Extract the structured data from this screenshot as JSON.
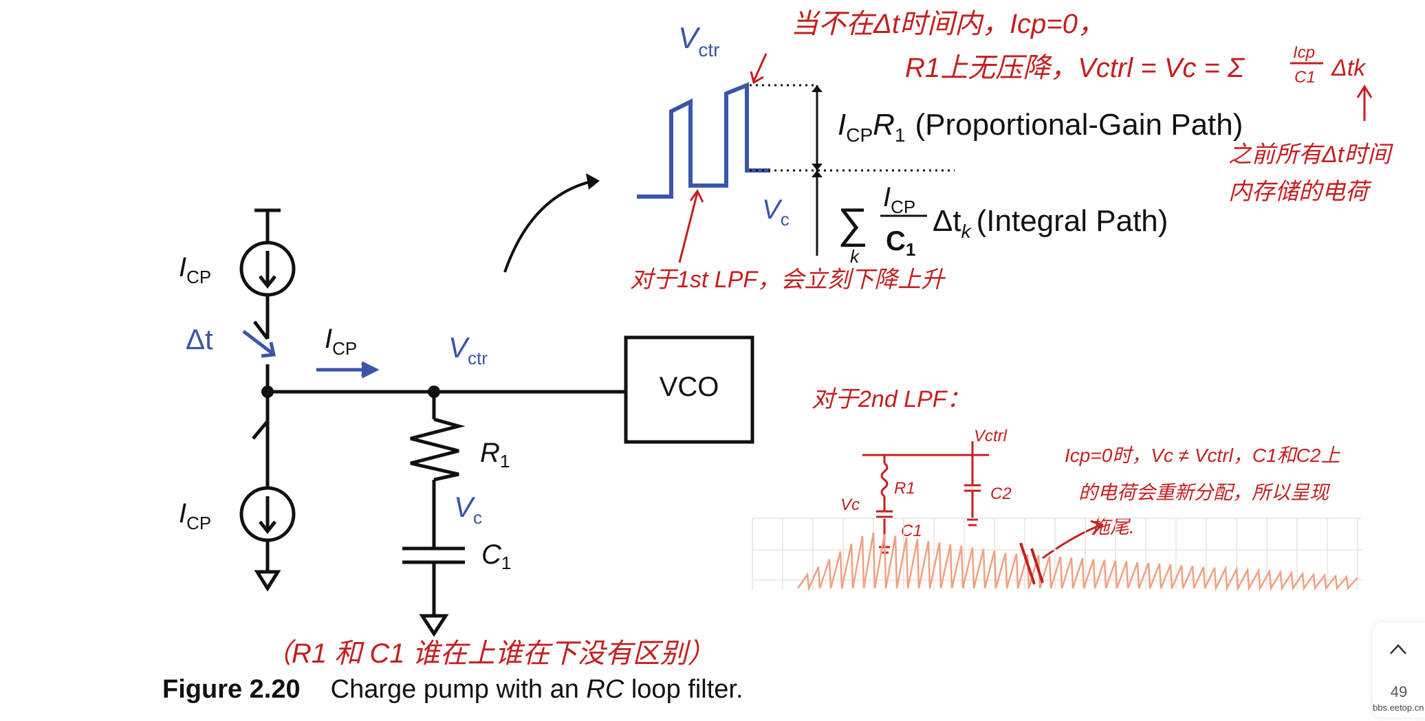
{
  "figure": {
    "number": "Figure 2.20",
    "caption_pre": "Charge pump with an ",
    "caption_em": "RC",
    "caption_post": " loop filter."
  },
  "circuit": {
    "icp_label": "I",
    "cp_sub": "CP",
    "dt_label": "Δt",
    "vctr_label": "V",
    "vctr_sub": "ctr",
    "vco_label": "VCO",
    "r1_label": "R",
    "r1_sub": "1",
    "vc_label": "V",
    "vc_sub": "c",
    "c1_label": "C",
    "c1_sub": "1"
  },
  "waveform": {
    "vctr_label": "V",
    "vctr_sub": "ctr",
    "vc_label": "V",
    "vc_sub": "c",
    "prop_I": "I",
    "prop_cp": "CP",
    "prop_R": "R",
    "prop_1": "1",
    "prop_text": "(Proportional-Gain Path)",
    "sum_symbol": "∑",
    "sum_k": "k",
    "frac_num_I": "I",
    "frac_num_cp": "CP",
    "frac_den_C": "C",
    "frac_den_1": "1",
    "dt_text": "Δt",
    "dt_k": "k",
    "int_text": "(Integral Path)"
  },
  "annotations": {
    "top_note_1": "当不在Δt时间内，Icp=0，",
    "top_note_2": "R1上无压降，Vctrl = Vc = Σ",
    "top_frac_num": "Icp",
    "top_frac_den": "C1",
    "top_note_dtk": "Δtk",
    "right_note_1": "之前所有Δt时间",
    "right_note_2": "内存储的电荷",
    "first_lpf_note": "对于1st LPF，会立刻下降上升",
    "second_lpf_title": "对于2nd LPF：",
    "vctrl_small": "Vctrl",
    "r1_small": "R1",
    "c2_small": "C2",
    "vc_small": "Vc",
    "c1_small": "C1",
    "right_lpf_note_1": "Icp=0时，Vc ≠ Vctrl，C1和C2上",
    "right_lpf_note_2": "的电荷会重新分配，所以呈现",
    "right_lpf_note_3": "拖尾.",
    "bottom_note": "（R1 和 C1 谁在上谁在下没有区别）"
  },
  "page_indicator": {
    "number": "49"
  },
  "watermark": "bbs.eetop.cn",
  "colors": {
    "ink": "#111111",
    "blue": "#3b55a8",
    "annotation_red": "#c41e1e",
    "ripple_orange": "#f0a080",
    "grid": "#e4e4e4"
  }
}
